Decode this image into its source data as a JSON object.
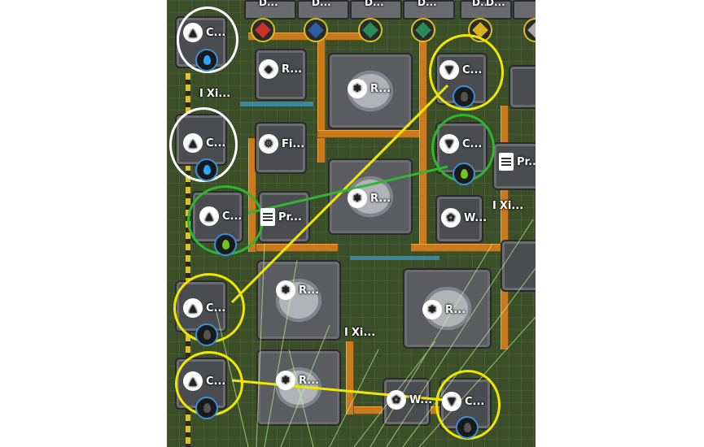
{
  "top_row": [
    "D...",
    "D...",
    "D...",
    "D...",
    "D...",
    "D..."
  ],
  "labels": {
    "c1": "C...",
    "c2": "C...",
    "c3": "C...",
    "c4": "C...",
    "c5": "C...",
    "c6": "C...",
    "c7": "C...",
    "c8": "C...",
    "r1": "R...",
    "r2": "R...",
    "r3": "R...",
    "r4": "R...",
    "r5": "R...",
    "r6": "R...",
    "xi1": "Xi...",
    "xi2": "Xi...",
    "xi3": "Xi...",
    "fi": "Fi...",
    "pr1": "Pr...",
    "pr2": "Pr...",
    "w1": "W...",
    "w2": "W..."
  },
  "colors": {
    "ring_yellow": "#f2e600",
    "ring_white": "#ffffff",
    "ring_green": "#2fb52f",
    "water": "#2aa7ff",
    "green_fluid": "#6fc420",
    "crude": "#555555"
  }
}
